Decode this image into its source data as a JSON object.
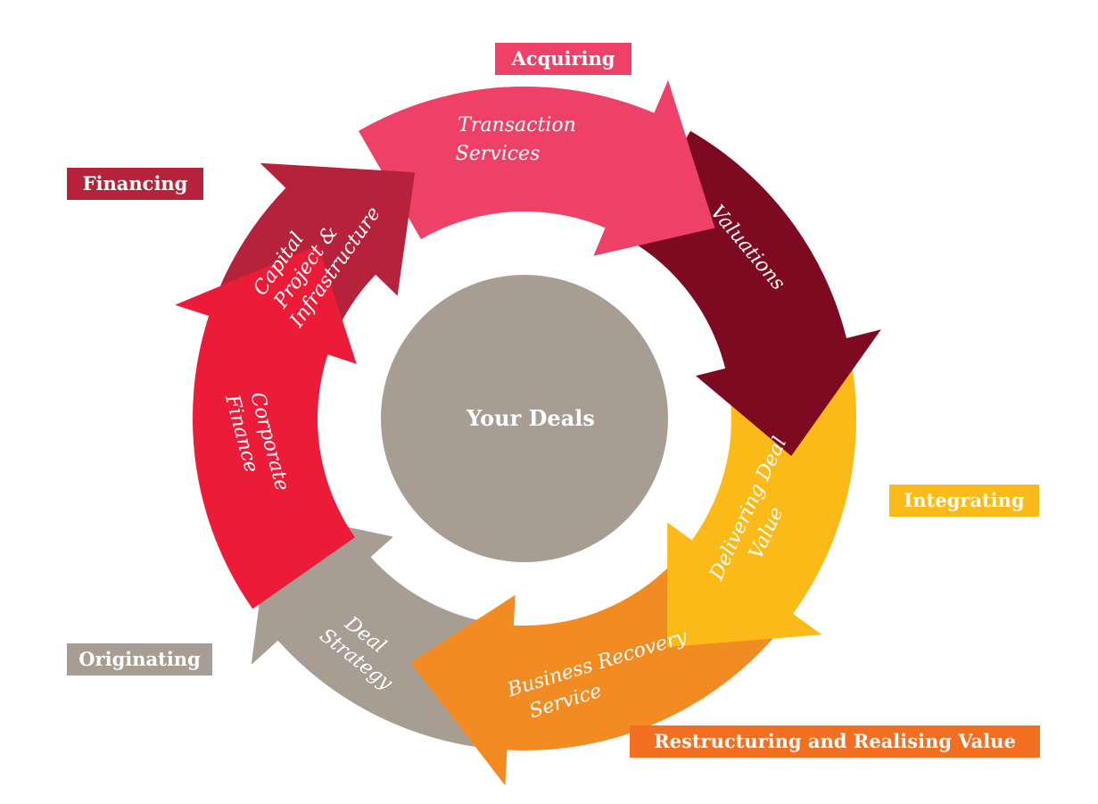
{
  "center": {
    "label": "Your Deals",
    "color": "#a89d93"
  },
  "stages": {
    "acquiring": {
      "label": "Acquiring",
      "color": "#ef4168"
    },
    "financing": {
      "label": "Financing",
      "color": "#b5223a"
    },
    "integrating": {
      "label": "Integrating",
      "color": "#fbba17"
    },
    "originating": {
      "label": "Originating",
      "color": "#a89d93"
    },
    "restructuring": {
      "label": "Restructuring and Realising Value",
      "color": "#f26f22"
    }
  },
  "segments": {
    "transaction": {
      "lines": [
        "Transaction",
        "Services"
      ],
      "color": "#ef4168"
    },
    "valuations": {
      "lines": [
        "Valuations"
      ],
      "color": "#7d0a21"
    },
    "delivering": {
      "lines": [
        "Delivering Deal",
        "Value"
      ],
      "color": "#fbba17"
    },
    "recovery": {
      "lines": [
        "Business Recovery",
        "Service"
      ],
      "color": "#f28b22"
    },
    "strategy": {
      "lines": [
        "Deal",
        "Strategy"
      ],
      "color": "#a89d93"
    },
    "corporate": {
      "lines": [
        "Corporate",
        "Finance"
      ],
      "color": "#ec1c39"
    },
    "capital": {
      "lines": [
        "Capital",
        "Project &",
        "Infrastructure"
      ],
      "color": "#b5223a"
    }
  }
}
